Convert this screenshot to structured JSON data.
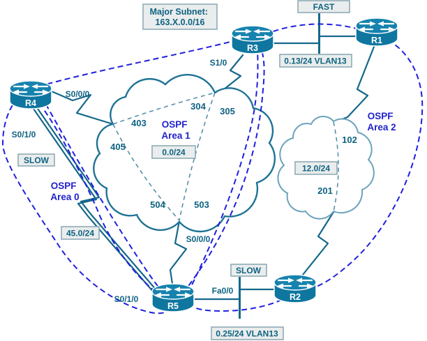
{
  "title_box": {
    "line1": "Major Subnet:",
    "line2": "163.X.0.0/16"
  },
  "routers": {
    "r1": "R1",
    "r2": "R2",
    "r3": "R3",
    "r4": "R4",
    "r5": "R5"
  },
  "ospf_areas": {
    "area0": {
      "line1": "OSPF",
      "line2": "Area 0"
    },
    "area1": {
      "line1": "OSPF",
      "line2": "Area 1"
    },
    "area2": {
      "line1": "OSPF",
      "line2": "Area 2"
    }
  },
  "subnet_boxes": {
    "area1_cloud": "0.0/24",
    "area2_cloud": "12.0/24",
    "r4_r5_serial": "45.0/24",
    "fast_vlan": "0.13/24 VLAN13",
    "slow_vlan": "0.25/24 VLAN13"
  },
  "segment_boxes": {
    "fast": "FAST",
    "slow_left": "SLOW",
    "slow_right": "SLOW"
  },
  "interface_labels": {
    "r4_to_cloud": "S0/0/0",
    "r4_to_r5": "S0/1/0",
    "r3_to_cloud": "S1/0",
    "r5_to_cloud": "S0/0/0",
    "r5_to_r4": "S0/1/0",
    "r5_lan": "Fa0/0"
  },
  "dlci": {
    "d403": "403",
    "d405": "405",
    "d304": "304",
    "d305": "305",
    "d504": "504",
    "d503": "503",
    "d102": "102",
    "d201": "201"
  },
  "colors": {
    "link": "#14688A",
    "cloud1": "#1E7396",
    "cloud2": "#6BA3BC",
    "pvc": "#4E8AA5",
    "area": "#1F1FE0",
    "text": "#0F6382",
    "ospf": "#2222CC",
    "boxfill": "#EAEDED",
    "boxborder": "#87A6B2",
    "router": "#0F76A0",
    "routertop": "#1683AE"
  }
}
